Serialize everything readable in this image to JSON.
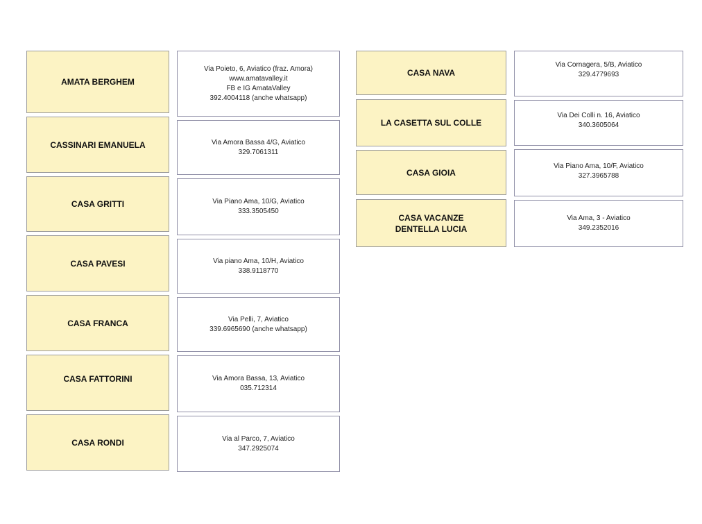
{
  "left": [
    {
      "name": [
        "AMATA BERGHEM"
      ],
      "info": [
        "Via Poieto, 6, Aviatico (fraz. Amora)",
        "www.amatavalley.it",
        "FB e IG AmataValley",
        "392.4004118 (anche whatsapp)"
      ]
    },
    {
      "name": [
        "CASSINARI EMANUELA"
      ],
      "info": [
        "Via Amora Bassa 4/G, Aviatico",
        "329.7061311"
      ]
    },
    {
      "name": [
        "CASA GRITTI"
      ],
      "info": [
        "Via Piano Ama, 10/G, Aviatico",
        "333.3505450"
      ]
    },
    {
      "name": [
        "CASA PAVESI"
      ],
      "info": [
        "Via piano Ama, 10/H, Aviatico",
        "338.9118770"
      ]
    },
    {
      "name": [
        "CASA FRANCA"
      ],
      "info": [
        "Via Pelli, 7, Aviatico",
        "339.6965690 (anche whatsapp)"
      ]
    },
    {
      "name": [
        "CASA FATTORINI"
      ],
      "info": [
        "Via Amora Bassa, 13, Aviatico",
        "035.712314"
      ]
    },
    {
      "name": [
        "CASA RONDI"
      ],
      "info": [
        "Via al Parco, 7, Aviatico",
        "347.2925074"
      ]
    }
  ],
  "right": [
    {
      "name": [
        "CASA NAVA"
      ],
      "info": [
        "Via Cornagera, 5/B, Aviatico",
        "329.4779693"
      ]
    },
    {
      "name": [
        "LA CASETTA SUL COLLE"
      ],
      "info": [
        "Via Dei Colli n. 16, Aviatico",
        "340.3605064"
      ]
    },
    {
      "name": [
        "CASA GIOIA"
      ],
      "info": [
        "Via Piano Ama, 10/F, Aviatico",
        "327.3965788"
      ]
    },
    {
      "name": [
        "CASA VACANZE",
        "DENTELLA LUCIA"
      ],
      "info": [
        "Via Ama, 3 - Aviatico",
        "349.2352016"
      ]
    }
  ]
}
